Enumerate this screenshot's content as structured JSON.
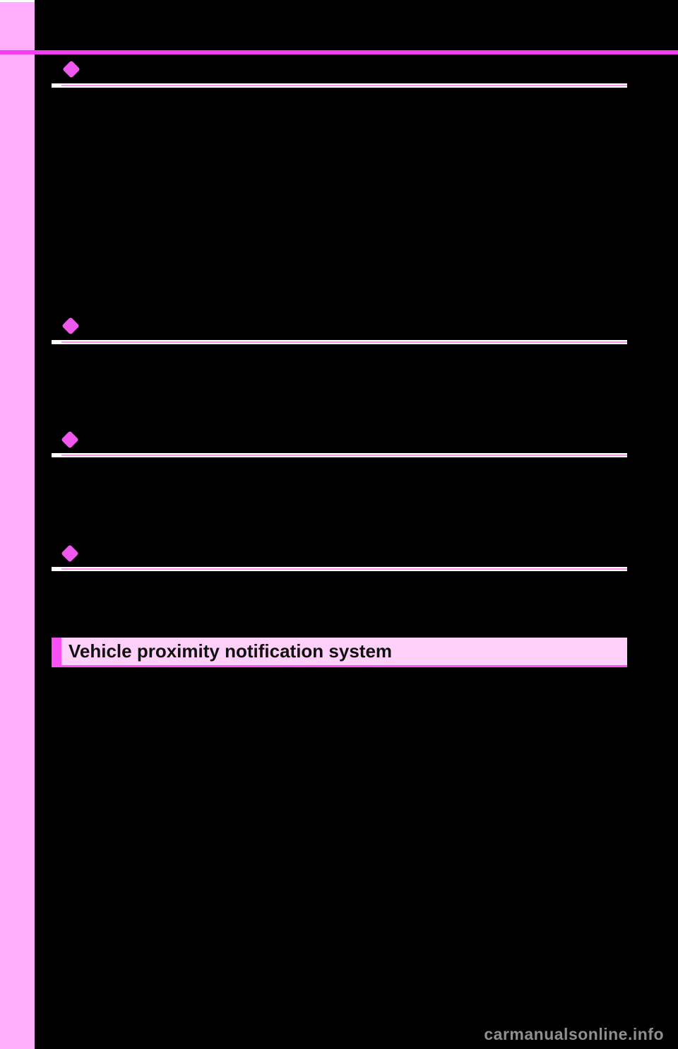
{
  "page": {
    "type": "owners-manual-page",
    "background_color": "#000000",
    "margin_bar_color": "#ffaefb",
    "top_rule_color": "#f23df2"
  },
  "sections": {
    "bullet_icon": "diamond",
    "bullet_color": "#ee58ec",
    "rule_band_color": "#ffffff",
    "rule_line_color": "#f795f1",
    "count": 4
  },
  "banner": {
    "title": "Vehicle proximity notification system",
    "background_color": "#ffd1fa",
    "stripe_color": "#f750f5",
    "text_color": "#111111"
  },
  "watermark": {
    "text": "carmanualsonline.info",
    "color": "#8f8f8f"
  }
}
